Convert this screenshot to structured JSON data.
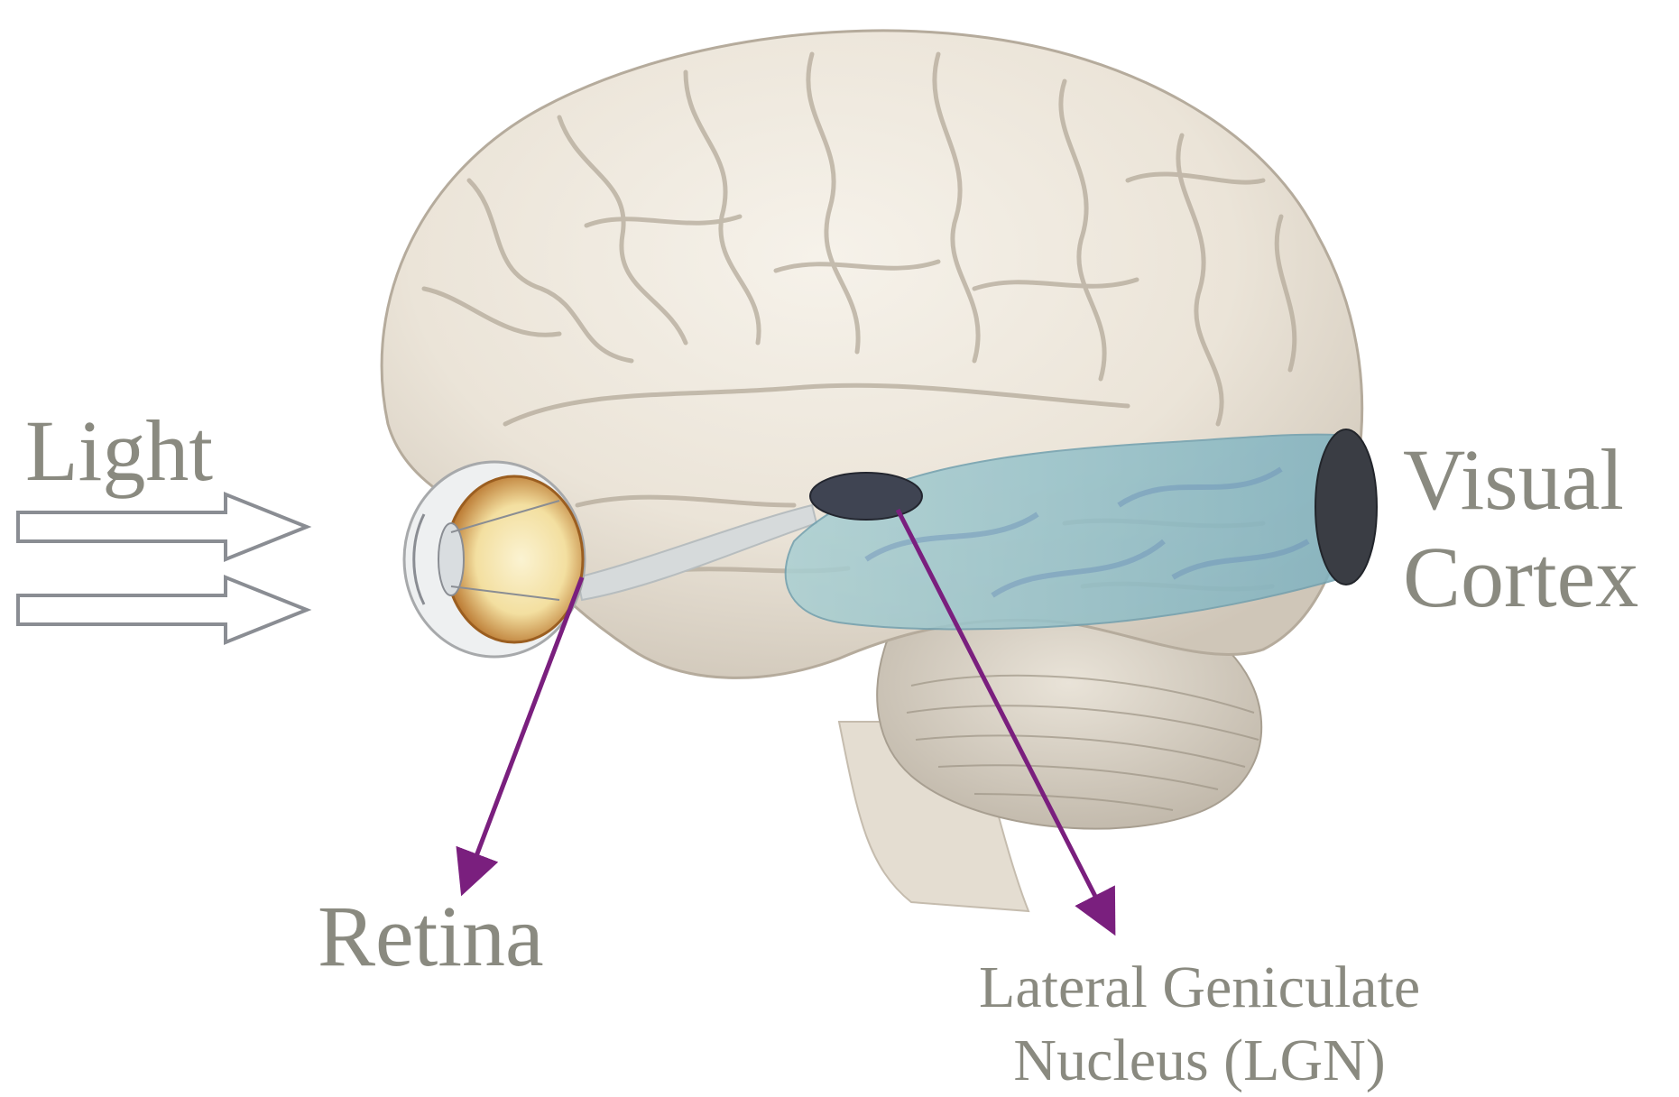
{
  "labels": {
    "light": "Light",
    "visual_cortex": [
      "Visual",
      "Cortex"
    ],
    "retina": "Retina",
    "lgn": [
      "Lateral Geniculate",
      "Nucleus (LGN)"
    ]
  },
  "colors": {
    "label_text": "#8a8a80",
    "pointer_arrow": "#7a1f7e",
    "light_arrow_outline": "#8a8d93",
    "visual_pathway": "#8fbcc4",
    "lgn_body": "#3f4452",
    "visual_cortex_body": "#3a3d44",
    "brain_tissue": "#ece6dc"
  },
  "icons": {
    "light_arrows": "hollow-right-arrow",
    "pointers": "solid-arrow"
  }
}
